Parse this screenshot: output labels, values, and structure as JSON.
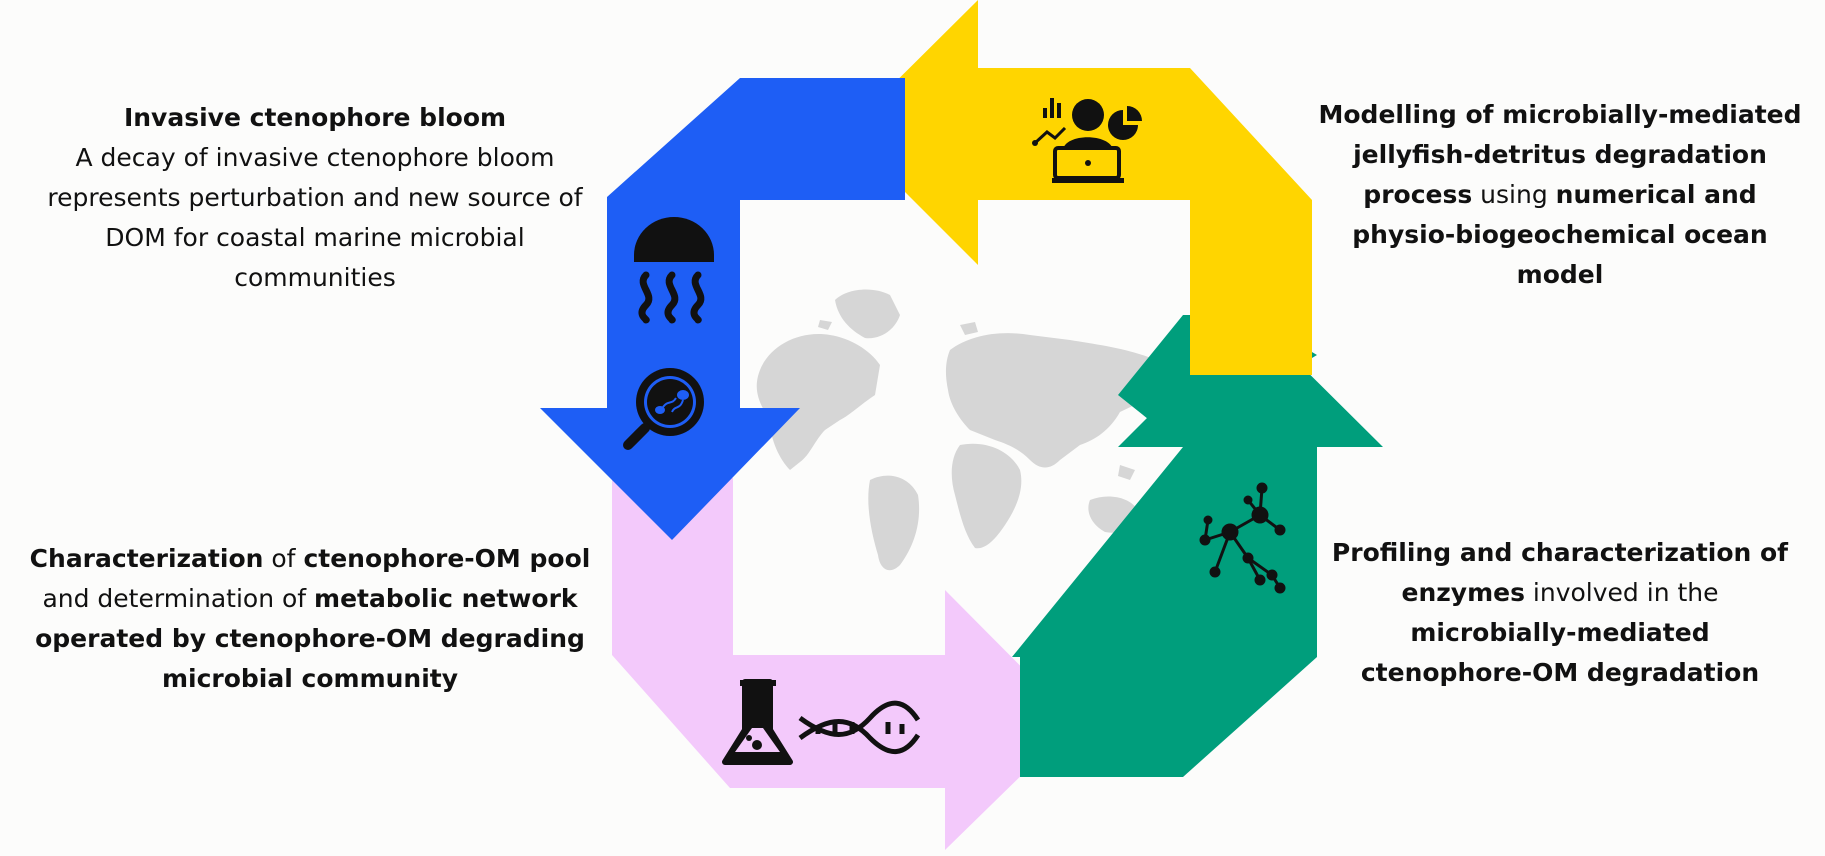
{
  "colors": {
    "blue_arrow": "#1e5ef5",
    "yellow_arrow": "#ffd500",
    "green_arrow": "#009e7c",
    "pink_arrow": "#f3c9fb",
    "world_map": "#d6d6d6",
    "icon": "#111111"
  },
  "icons": {
    "top_right": "analyst-with-charts-icon",
    "left_upper": "jellyfish-icon",
    "left_lower": "microscope-magnifier-icon",
    "bottom": [
      "flask-icon",
      "dna-icon"
    ],
    "right": "network-molecule-icon",
    "center": "world-map-icon"
  },
  "captions": {
    "top_left": {
      "title": "Invasive ctenophore bloom",
      "lines": [
        "A decay of invasive ctenophore bloom",
        "represents perturbation and new source of",
        "DOM for coastal marine microbial",
        "communities"
      ]
    },
    "top_right": {
      "line1": "Modelling of microbially-mediated",
      "line2": "jellyfish-detritus degradation",
      "line3_bold": "process",
      "line3_normal": " using ",
      "line3_bold2": "numerical and",
      "line4": "physio-biogeochemical ocean",
      "line5": "model"
    },
    "bottom_left": {
      "l1_bold": "Characterization",
      "l1_normal": " of ",
      "l1_bold2": "ctenophore-OM pool",
      "l2_normal": "and determination of ",
      "l2_bold": "metabolic network",
      "l3": "operated by ctenophore-OM degrading",
      "l4": "microbial community"
    },
    "bottom_right": {
      "l1": "Profiling and characterization of",
      "l2_bold": "enzymes",
      "l2_normal": " involved in the",
      "l3": "microbially-mediated",
      "l4": "ctenophore-OM degradation"
    }
  }
}
